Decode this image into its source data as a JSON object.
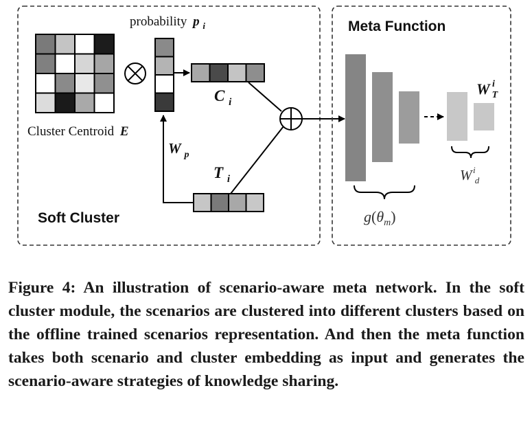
{
  "panels": {
    "soft_cluster": {
      "title": "Soft Cluster",
      "matrix_label": "Cluster Centroid",
      "matrix_symbol": "E",
      "probability_label": "probability",
      "probability_symbol": "p",
      "probability_sub": "i",
      "cluster_embedding_symbol": "C",
      "cluster_embedding_sub": "i",
      "scenario_embedding_symbol": "T",
      "scenario_embedding_sub": "i",
      "weight_symbol": "W",
      "weight_sub": "p",
      "multiply_operator": "⊗",
      "add_operator": "⊕"
    },
    "meta_function": {
      "title": "Meta Function",
      "network_label_fn": "g",
      "network_label_param": "θ",
      "network_label_param_sub": "m",
      "output_top_symbol": "W",
      "output_top_sub": "T",
      "output_top_sup": "i",
      "output_bottom_symbol": "W",
      "output_bottom_sub": "d",
      "output_bottom_sup": "i"
    }
  },
  "centroid_matrix_grays": [
    [
      "#7a7a7a",
      "#c4c4c4",
      "#ffffff",
      "#1c1c1c"
    ],
    [
      "#808080",
      "#ffffff",
      "#d6d6d6",
      "#a6a6a6"
    ],
    [
      "#ffffff",
      "#8a8a8a",
      "#e8e8e8",
      "#909090"
    ],
    [
      "#dcdcdc",
      "#1a1a1a",
      "#a9a9a9",
      "#ffffff"
    ]
  ],
  "probability_vector_grays": [
    "#8a8a8a",
    "#b4b4b4",
    "#ffffff",
    "#3a3a3a"
  ],
  "cluster_vector_grays": [
    "#a8a8a8",
    "#4a4a4a",
    "#c4c4c4",
    "#8e8e8e"
  ],
  "scenario_vector_grays": [
    "#c6c6c6",
    "#7a7a7a",
    "#a8a8a8",
    "#c8c8c8"
  ],
  "caption": "Figure 4: An illustration of scenario-aware meta network. In the soft cluster module, the scenarios are clustered into different clusters based on the offline trained scenarios representation. And then the meta function takes both scenario and cluster embedding as input and generates the scenario-aware strategies of knowledge sharing."
}
